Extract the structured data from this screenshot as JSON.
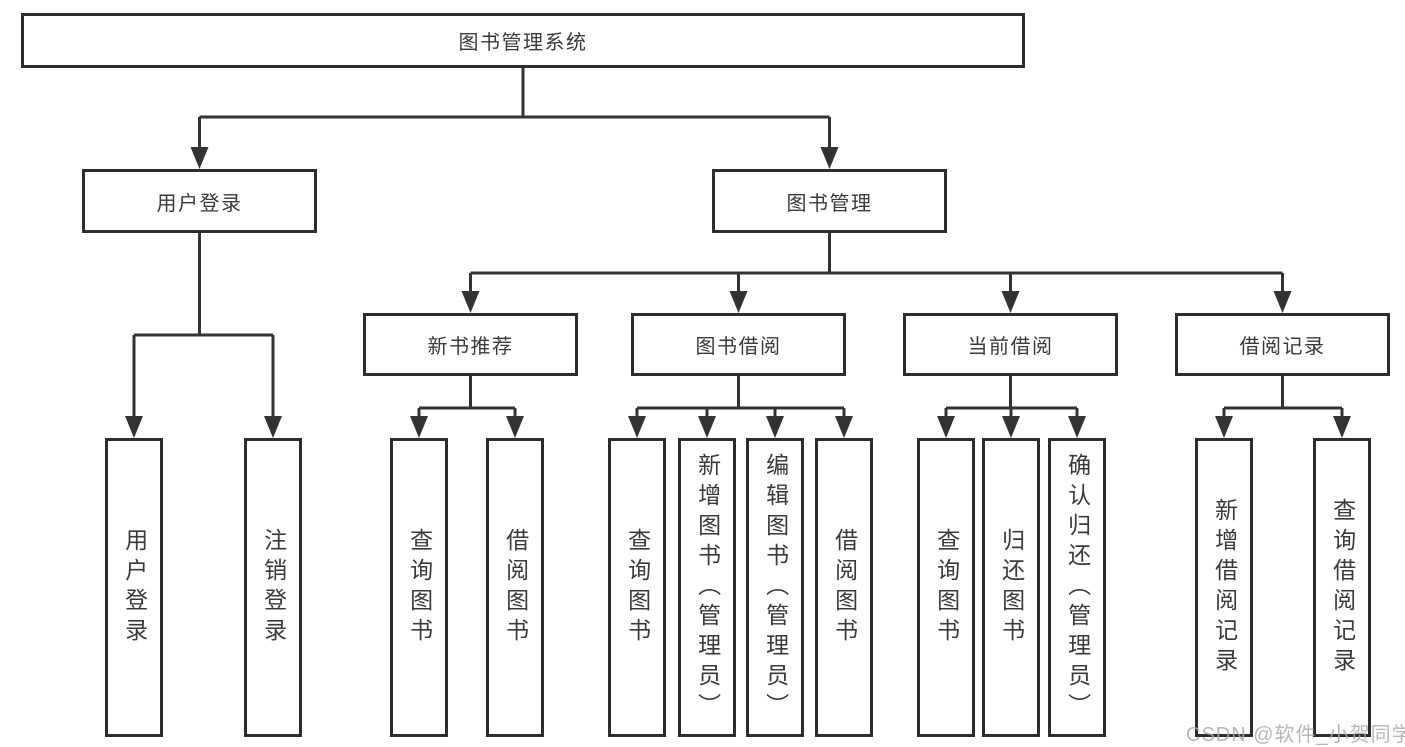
{
  "colors": {
    "line": "#333333",
    "border": "#2d2d2d",
    "text": "#3a3a3a",
    "background": "#ffffff",
    "watermark": "#aaaaaa"
  },
  "nodes": {
    "root": "图书管理系统",
    "user_login": "用户登录",
    "book_management": "图书管理",
    "new_book_recommend": "新书推荐",
    "book_borrow": "图书借阅",
    "current_borrow": "当前借阅",
    "borrow_records": "借阅记录"
  },
  "leaves": {
    "user_login": "用户登录",
    "logout": "注销登录",
    "query_books_recommend": "查询图书",
    "borrow_books_recommend": "借阅图书",
    "query_books_borrow": "查询图书",
    "add_books_admin": "新增图书（管理员）",
    "edit_books_admin": "编辑图书（管理员）",
    "borrow_books": "借阅图书",
    "query_books_current": "查询图书",
    "return_books": "归还图书",
    "confirm_return_admin": "确认归还（管理员）",
    "add_borrow_record": "新增借阅记录",
    "query_borrow_record": "查询借阅记录"
  },
  "watermark": "CSDN @软件_小贺同学"
}
